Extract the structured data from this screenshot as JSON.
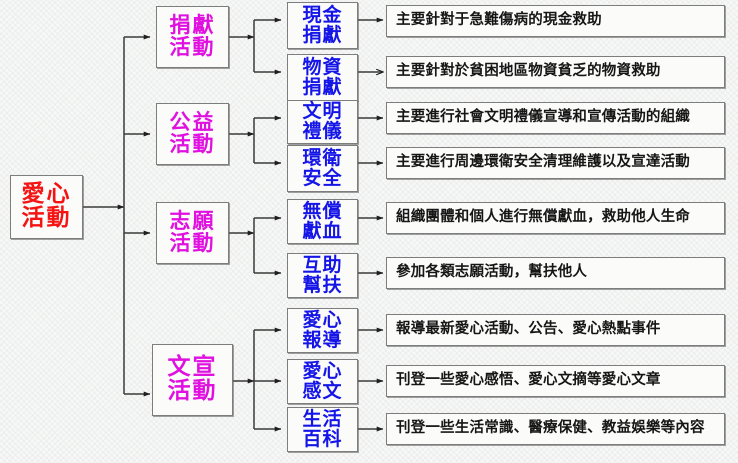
{
  "diagram": {
    "title": "愛心活動",
    "type": "tree-flowchart",
    "colors": {
      "root_text": "#f41414",
      "category_text": "#e011e0",
      "leaf_text": "#1515e8",
      "description_text": "#161616",
      "box_border": "#7d7d7d",
      "box_fill": "#fbfbfa",
      "connector": "#3a3a3a",
      "background": "#f7f7f5"
    },
    "root": {
      "label": "愛心\n活動"
    },
    "categories": [
      {
        "id": "cat-donation",
        "label": "捐獻\n活動"
      },
      {
        "id": "cat-welfare",
        "label": "公益\n活動"
      },
      {
        "id": "cat-volunteer",
        "label": "志願\n活動"
      },
      {
        "id": "cat-publicity",
        "label": "文宣\n活動"
      }
    ],
    "leaves": [
      {
        "id": "leaf-cash-donation",
        "parent": "cat-donation",
        "label": "現金\n捐獻",
        "description": "主要針對于急難傷病的現金救助"
      },
      {
        "id": "leaf-goods-donation",
        "parent": "cat-donation",
        "label": "物資\n捐獻",
        "description": "主要針對於貧困地區物資貧乏的物資救助"
      },
      {
        "id": "leaf-civil-etiquette",
        "parent": "cat-welfare",
        "label": "文明\n禮儀",
        "description": "主要進行社會文明禮儀宣導和宣傳活動的組織"
      },
      {
        "id": "leaf-sanitation-safety",
        "parent": "cat-welfare",
        "label": "環衛\n安全",
        "description": "主要進行周邊環衛安全清理維護以及宣達活動"
      },
      {
        "id": "leaf-blood-donation",
        "parent": "cat-volunteer",
        "label": "無償\n獻血",
        "description": "組織團體和個人進行無償獻血，救助他人生命"
      },
      {
        "id": "leaf-mutual-aid",
        "parent": "cat-volunteer",
        "label": "互助\n幫扶",
        "description": "參加各類志願活動，幫扶他人"
      },
      {
        "id": "leaf-love-report",
        "parent": "cat-publicity",
        "label": "愛心\n報導",
        "description": "報導最新愛心活動、公告、愛心熱點事件"
      },
      {
        "id": "leaf-love-essay",
        "parent": "cat-publicity",
        "label": "愛心\n感文",
        "description": "刊登一些愛心感悟、愛心文摘等愛心文章"
      },
      {
        "id": "leaf-life-encyclopedia",
        "parent": "cat-publicity",
        "label": "生活\n百科",
        "description": "刊登一些生活常識、醫療保健、教益娛樂等內容"
      }
    ]
  }
}
